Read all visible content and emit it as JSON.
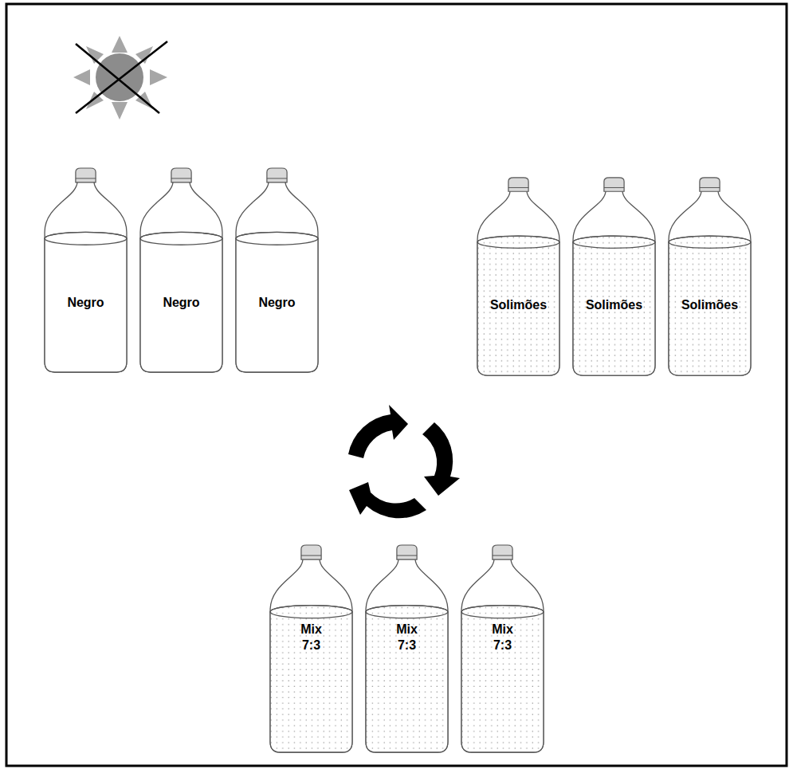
{
  "diagram": {
    "nodes": [
      {
        "text": [
          "Negro"
        ]
      },
      {
        "text": [
          "Negro"
        ]
      },
      {
        "text": [
          "Negro"
        ]
      },
      {
        "text": [
          "Solimões"
        ]
      },
      {
        "text": [
          "Solimões"
        ]
      },
      {
        "text": [
          "Solimões"
        ]
      },
      {
        "text": [
          "Mix 7:3"
        ]
      },
      {
        "text": [
          "Mix 7:3"
        ]
      },
      {
        "text": [
          "Mix 7:3"
        ]
      }
    ]
  }
}
